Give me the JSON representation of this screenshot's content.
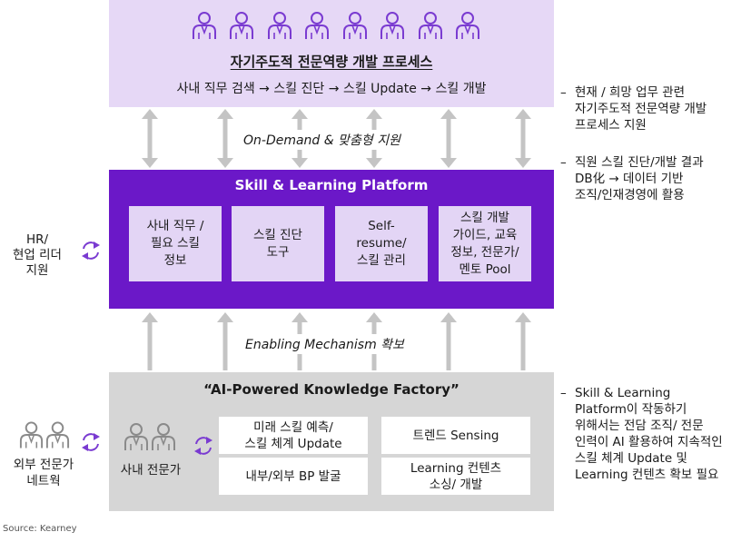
{
  "top": {
    "title": "자기주도적 전문역량 개발 프로세스",
    "subtitle": "사내 직무 검색 → 스킬 진단 → 스킬 Update → 스킬 개발",
    "people_count": 8
  },
  "connector_top": {
    "label": "On-Demand & 맞춤형 지원"
  },
  "middle": {
    "title": "Skill & Learning Platform",
    "cards": [
      {
        "lines": [
          "사내 직무 /",
          "필요 스킬",
          "정보"
        ]
      },
      {
        "lines": [
          "스킬 진단",
          "도구"
        ]
      },
      {
        "lines": [
          "Self-",
          "resume/",
          "스킬 관리"
        ]
      },
      {
        "lines": [
          "스킬 개발",
          "가이드, 교육",
          "정보, 전문가/",
          "멘토 Pool"
        ]
      }
    ]
  },
  "connector_bottom": {
    "label": "Enabling Mechanism 확보"
  },
  "bottom": {
    "title": "“AI-Powered Knowledge Factory”",
    "internal_label": "사내 전문가",
    "cards": [
      {
        "lines": [
          "미래 스킬 예측/",
          "스킬 체계 Update"
        ]
      },
      {
        "lines": [
          "트렌드 Sensing"
        ]
      },
      {
        "lines": [
          "내부/외부 BP 발굴"
        ]
      },
      {
        "lines": [
          "Learning 컨텐츠",
          "소싱/ 개발"
        ]
      }
    ]
  },
  "left": {
    "hr_lines": [
      "HR/",
      "현업 리더",
      "지원"
    ],
    "external_lines": [
      "외부 전문가",
      "네트웍"
    ]
  },
  "notes": [
    {
      "lines": [
        "현재 / 희망 업무 관련",
        "자기주도적 전문역량 개발",
        "프로세스 지원"
      ]
    },
    {
      "lines": [
        "직원 스킬 진단/개발 결과",
        "DB化 → 데이터 기반",
        "조직/인재경영에 활용"
      ]
    },
    {
      "lines": [
        "Skill & Learning",
        "Platform이 작동하기",
        "위해서는 전담 조직/ 전문",
        "인력이 AI 활용하여 지속적인",
        "스킬 체계 Update 및",
        "Learning 컨텐츠 확보 필요"
      ]
    }
  ],
  "note_dash": "–",
  "source": "Source: Kearney",
  "colors": {
    "lavender": "#e6d8f6",
    "purple": "#6b18c8",
    "card_lavender": "#e3d5f5",
    "gray_box": "#d6d6d6",
    "arrow_gray": "#c4c4c4",
    "icon_purple": "#7a3bd1",
    "icon_gray": "#8a8a8a"
  }
}
